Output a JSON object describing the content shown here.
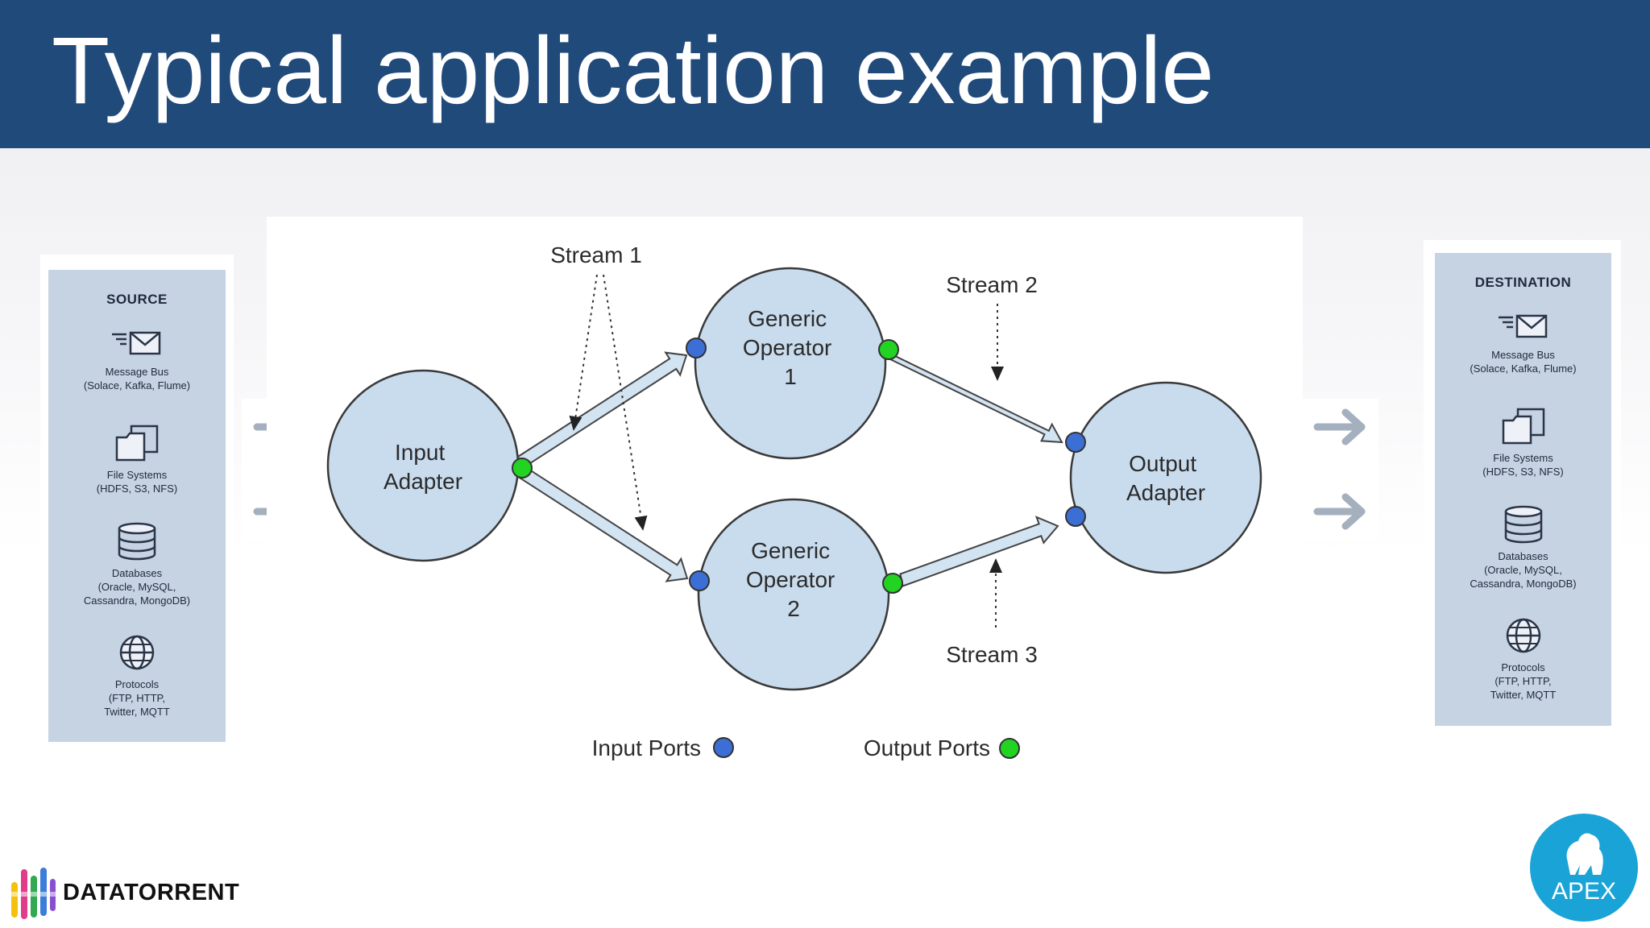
{
  "title": "Typical application example",
  "source": {
    "heading": "SOURCE",
    "items": [
      {
        "icon": "message-bus-icon",
        "text": "Message Bus\n(Solace, Kafka, Flume)"
      },
      {
        "icon": "file-systems-icon",
        "text": "File Systems\n(HDFS, S3, NFS)"
      },
      {
        "icon": "database-icon",
        "text": "Databases\n(Oracle, MySQL,\nCassandra, MongoDB)"
      },
      {
        "icon": "protocols-globe-icon",
        "text": "Protocols\n(FTP, HTTP,\nTwitter, MQTT"
      }
    ]
  },
  "destination": {
    "heading": "DESTINATION",
    "items": [
      {
        "icon": "message-bus-icon",
        "text": "Message Bus\n(Solace, Kafka, Flume)"
      },
      {
        "icon": "file-systems-icon",
        "text": "File Systems\n(HDFS, S3, NFS)"
      },
      {
        "icon": "database-icon",
        "text": "Databases\n(Oracle, MySQL,\nCassandra, MongoDB)"
      },
      {
        "icon": "protocols-globe-icon",
        "text": "Protocols\n(FTP, HTTP,\nTwitter, MQTT"
      }
    ]
  },
  "diagram": {
    "nodes": {
      "input_adapter": [
        "Input",
        "Adapter"
      ],
      "generic_operator_1": [
        "Generic",
        "Operator",
        "1"
      ],
      "generic_operator_2": [
        "Generic",
        "Operator",
        "2"
      ],
      "output_adapter": [
        "Output",
        "Adapter"
      ]
    },
    "streams": {
      "stream1": "Stream 1",
      "stream2": "Stream 2",
      "stream3": "Stream 3"
    },
    "legend": {
      "input_ports": "Input Ports",
      "output_ports": "Output Ports"
    }
  },
  "colors": {
    "header": "#204a7a",
    "node_fill": "#c9dcee",
    "input_port": "#3c6fd6",
    "output_port": "#22d322",
    "arrow_fill": "#d2e3f2",
    "panel_fill": "#c6d3e2",
    "apex_badge": "#1aa3d6"
  },
  "footer": {
    "brand": "DATATORRENT",
    "badge": "APEX"
  }
}
